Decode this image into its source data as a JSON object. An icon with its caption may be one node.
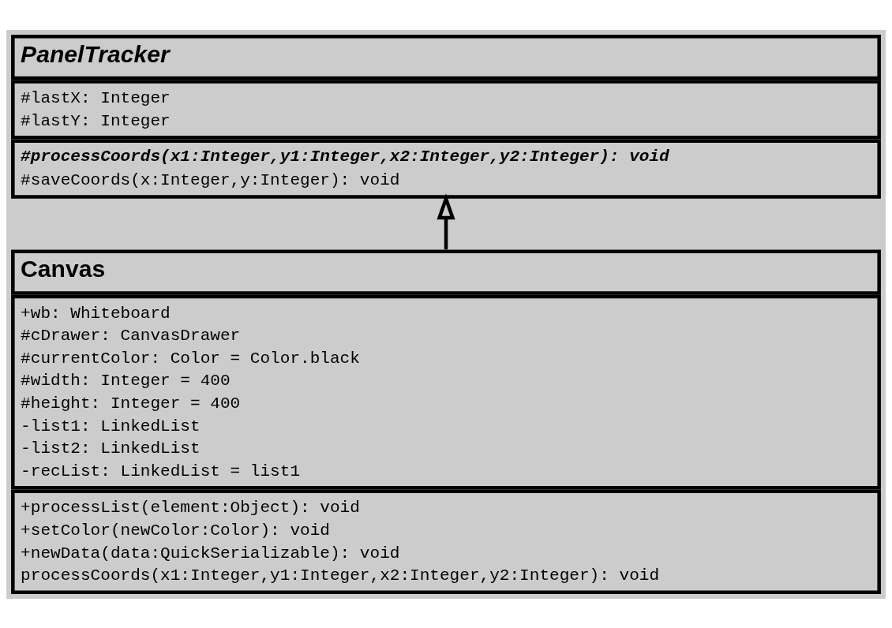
{
  "diagram": {
    "nodes": [
      {
        "text": [
          "PanelTracker",
          "#lastX: Integer",
          "#lastY: Integer",
          "#processCoords(x1:Integer,y1:Integer,x2:Integer,y2:Integer): void",
          "#saveCoords(x:Integer,y:Integer): void"
        ]
      },
      {
        "text": [
          "Canvas",
          "+wb: Whiteboard",
          "#cDrawer: CanvasDrawer",
          "#currentColor: Color = Color.black",
          "#width: Integer = 400",
          "#height: Integer = 400",
          "-list1: LinkedList",
          "-list2: LinkedList",
          "-recList: LinkedList = list1",
          "+processList(element:Object): void",
          "+setColor(newColor:Color): void",
          "+newData(data:QuickSerializable): void",
          " processCoords(x1:Integer,y1:Integer,x2:Integer,y2:Integer): void"
        ]
      }
    ],
    "edges": [
      {
        "from": 1,
        "to": 0,
        "arrow": "to"
      }
    ]
  }
}
